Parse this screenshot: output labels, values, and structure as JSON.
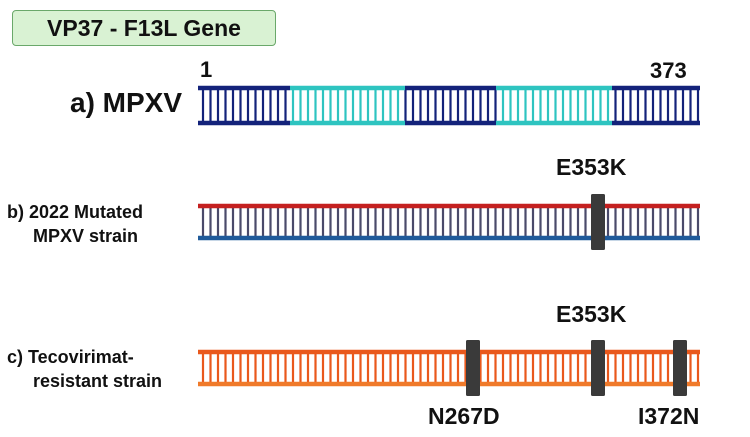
{
  "title": "VP37 - F13L Gene",
  "tracks": [
    {
      "label_lines": [
        "a) MPXV"
      ],
      "start_label": "1",
      "end_label": "373",
      "colors": {
        "top": "#13227a",
        "bottom": "#13227a",
        "rung": "#13227a",
        "alt": "#2ec4c0"
      },
      "segments": [
        "dark",
        "light",
        "dark",
        "light",
        "dark"
      ],
      "mutations": []
    },
    {
      "label_lines": [
        "b) 2022 Mutated",
        "MPXV strain"
      ],
      "colors": {
        "top": "#c42020",
        "bottom": "#1f5a9a",
        "rung": "#4a4a6a"
      },
      "mutations": [
        {
          "name": "E353K",
          "label_side": "above"
        }
      ]
    },
    {
      "label_lines": [
        "c) Tecovirimat-",
        "resistant strain"
      ],
      "colors": {
        "top": "#e9581c",
        "bottom": "#f07a2a",
        "rung": "#e9581c"
      },
      "mutations": [
        {
          "name": "N267D",
          "label_side": "below"
        },
        {
          "name": "E353K",
          "label_side": "above"
        },
        {
          "name": "I372N",
          "label_side": "below"
        }
      ]
    }
  ]
}
